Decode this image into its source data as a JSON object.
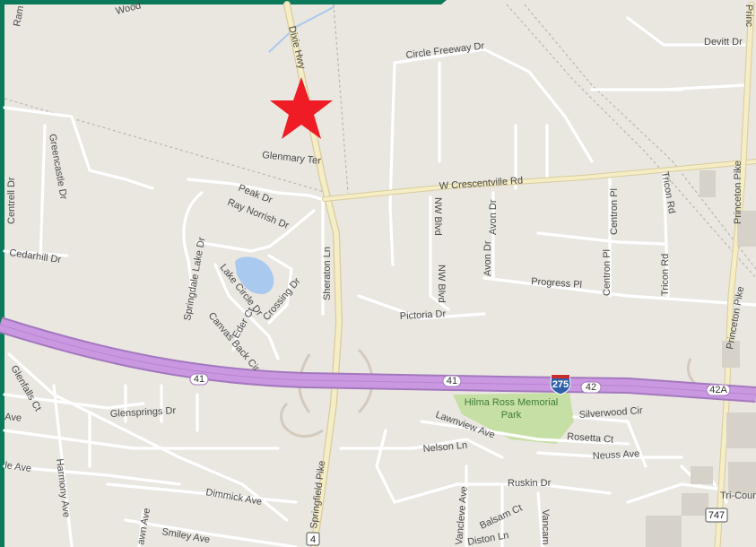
{
  "map": {
    "colors": {
      "land": "#eae7e1",
      "frame": "#0b7a5a",
      "highway": "#c998e0",
      "highway_edge": "#a478be",
      "major_road": "#f5edc6",
      "major_road_edge": "#d8cc9c",
      "minor_road": "#ffffff",
      "minor_road_edge": "#d2cec7",
      "park": "#c6dfa4",
      "water": "#a9c9ee",
      "marker": "#ef1c25",
      "shield_interstate": "#2f5fa8",
      "shield_interstate_top": "#c92a2a"
    },
    "marker": {
      "icon": "star-marker-icon"
    },
    "road_labels": {
      "dixie_hwy": "Dixie Hwy",
      "circle_freeway_dr": "Circle Freeway Dr",
      "devitt_dr": "Devitt Dr",
      "princeton_top": "Princ",
      "glenmary_ter": "Glenmary Ter",
      "w_crescentville_rd": "W Crescentville Rd",
      "peak_dr": "Peak Dr",
      "ray_norrish_dr": "Ray Norrish Dr",
      "greencastle_dr": "Greencastle Dr",
      "centrell_dr": "Centrell Dr",
      "cedarhill_dr": "Cedarhill Dr",
      "springdale_lake_dr": "Springdale Lake Dr",
      "lake_circle_dr": "Lake Circle Dr",
      "crossing_dr": "Crossing Dr",
      "canvas_back_cir": "Canvas Back Cir",
      "eder_ct": "Eder Ct",
      "sheraton_ln": "Sheraton Ln",
      "nw_blvd_1": "NW Blvd",
      "nw_blvd_2": "NW Blvd",
      "avon_dr_1": "Avon Dr",
      "avon_dr_2": "Avon Dr",
      "centron_pl_1": "Centron Pl",
      "centron_pl_2": "Centron Pl",
      "tricon_rd_1": "Tricon Rd",
      "tricon_rd_2": "Tricon Rd",
      "progress_pl": "Progress Pl",
      "pictoria_dr": "Pictoria Dr",
      "princeton_pike_upper": "Princeton Pike",
      "princeton_pike_lower": "Princeton Pike",
      "woodlawn_top": "Wood",
      "ram_top": "Ram",
      "glenfalls_ct": "Glenfalls Ct",
      "ave_left": "Ave",
      "glensprings_dr": "Glensprings Dr",
      "lawnview_ave": "Lawnview Ave",
      "nelson_ln": "Nelson Ln",
      "rosetta_ct": "Rosetta Ct",
      "silverwood_cir": "Silverwood Cir",
      "neuss_ave": "Neuss Ave",
      "ruskin_dr": "Ruskin Dr",
      "dimmick_ave": "Dimmick Ave",
      "smiley_ave": "Smiley Ave",
      "harmony_ave": "Harmony Ave",
      "le_ave": "le Ave",
      "lawn_ave": "awn Ave",
      "vancleve_ave": "Vancleve Ave",
      "balsam_ct": "Balsam Ct",
      "diston_ln": "Diston Ln",
      "vancam": "Vancam",
      "springfield_pike": "Springfield Pike",
      "tri_coun": "Tri-Coun"
    },
    "park_label_line1": "Hilma Ross Memorial",
    "park_label_line2": "Park",
    "shields": {
      "exit_41_left": "41",
      "exit_41_mid": "41",
      "exit_42": "42",
      "exit_42a": "42A",
      "interstate_275": "275",
      "route_4": "4",
      "route_747": "747"
    }
  }
}
